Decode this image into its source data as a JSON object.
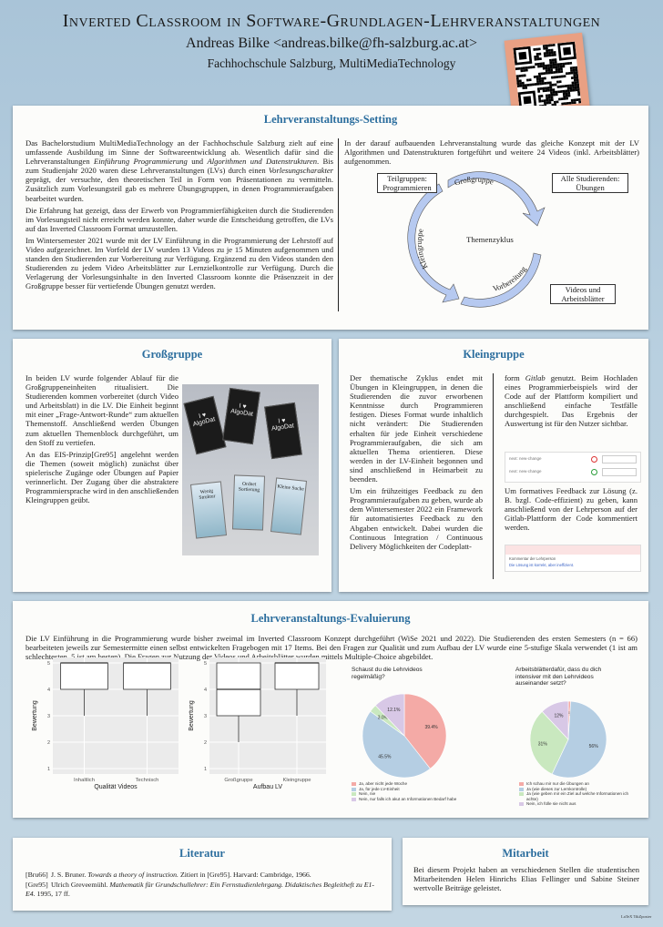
{
  "header": {
    "title": "Inverted Classroom in Software-Grundlagen-Lehrveranstaltungen",
    "author": "Andreas Bilke <andreas.bilke@fh-salzburg.ac.at>",
    "institution": "Fachhochschule Salzburg, MultiMediaTechnology"
  },
  "setting": {
    "title": "Lehrveranstaltungs-Setting",
    "p1_a": "Das Bachelorstudium MultiMediaTechnology an der Fachhochschule Salzburg zielt auf eine umfassende Ausbildung im Sinne der Softwareentwicklung ab. Wesentlich dafür sind die Lehrveranstaltungen ",
    "p1_em1": "Einführung Programmierung",
    "p1_b": " und ",
    "p1_em2": "Algorithmen und Datenstrukturen",
    "p1_c": ". Bis zum Studienjahr 2020 waren diese Lehrveranstaltungen (LVs) durch einen ",
    "p1_em3": "Vorlesungscharakter",
    "p1_d": " geprägt, der versuchte, den theoretischen Teil in Form von Präsentationen zu vermitteln. Zusätzlich zum Vorlesungsteil gab es mehrere Übungsgruppen, in denen Programmieraufgaben bearbeitet wurden.",
    "p2": "Die Erfahrung hat gezeigt, dass der Erwerb von Programmierfähigkeiten durch die Studierenden im Vorlesungsteil nicht erreicht werden konnte, daher wurde die Entscheidung getroffen, die LVs auf das Inverted Classroom Format umzustellen.",
    "p3": "Im Wintersemester 2021 wurde mit der LV Einführung in die Programmierung der Lehrstoff auf Video aufgezeichnet. Im Vorfeld der LV wurden 13 Videos zu je 15 Minuten aufgenommen und standen den Studierenden zur Vorbereitung zur Verfügung. Ergänzend zu den Videos standen den Studierenden zu jedem Video Arbeitsblätter zur Lernzielkontrolle zur Verfügung. Durch die Verlagerung der Vorlesungsinhalte in den Inverted Classroom konnte die Präsenzzeit in der Großgruppe besser für vertiefende Übungen genutzt werden.",
    "p4": "In der darauf aufbauenden Lehrveranstaltung wurde das gleiche Konzept mit der LV Algorithmen und Datenstrukturen fortgeführt und weitere 24 Videos (inkl. Arbeitsblätter) aufgenommen.",
    "cycle": {
      "box_tl": "Teilgruppen: Programmieren",
      "box_tr": "Alle Studierenden: Übungen",
      "box_br": "Videos und Arbeitsblätter",
      "center": "Themenzyklus",
      "arc_top": "Großgruppe",
      "arc_left": "Kleingruppe",
      "arc_bottom": "Vorbereitung"
    }
  },
  "gross": {
    "title": "Großgruppe",
    "p1": "In beiden LV wurde folgender Ablauf für die Großgruppeneinheiten ritualisiert. Die Studierenden kommen vorbereitet (durch Video und Arbeitsblatt) in die LV. Die Einheit beginnt mit einer „Frage-Antwort-Runde“ zum aktuellen Themenstoff. Anschließend werden Übungen zum aktuellen Themenblock durchgeführt, um den Stoff zu vertiefen.",
    "p2": "An das EIS-Prinzip[Gre95] angelehnt werden die Themen (soweit möglich) zunächst über spielerische Zugänge oder Übungen auf Papier verinnerlicht. Der Zugang über die abstraktere Programmiersprache wird in den anschließenden Kleingruppen geübt.",
    "cards": [
      "I ♥ AlgoDat",
      "I ♥ AlgoDat",
      "I ♥ AlgoDat",
      "Wenig Struktur",
      "Ordnet Sortierung",
      "Kleine Suche"
    ]
  },
  "klein": {
    "title": "Kleingruppe",
    "p1": "Der thematische Zyklus endet mit Übungen in Kleingruppen, in denen die Studierenden die zuvor erworbenen Kenntnisse durch Programmieren festigen. Dieses Format wurde inhaltlich nicht verändert: Die Studierenden erhalten für jede Einheit verschiedene Programmieraufgaben, die sich am aktuellen Thema orientieren. Diese werden in der LV-Einheit begonnen und sind anschließend in Heimarbeit zu beenden.",
    "p2": "Um ein frühzeitiges Feedback zu den Programmieraufgaben zu geben, wurde ab dem Wintersemester 2022 ein Framework für automatisiertes Feedback zu den Abgaben entwickelt. Dabei wurden die Continuous Integration / Continuous Delivery Möglichkeiten der Codeplatt-",
    "p3_a": "form ",
    "p3_em": "Gitlab",
    "p3_b": " genutzt. Beim Hochladen eines Programmierbeispiels wird der Code auf der Plattform kompiliert und anschließend einfache Testfälle durchgespielt. Das Ergebnis der Auswertung ist für den Nutzer sichtbar.",
    "p4": "Um formatives Feedback zur Lösung (z. B. bzgl. Code-effizient) zu geben, kann anschließend von der Lehrperson auf der Gitlab-Plattform der Code kommentiert werden.",
    "shot1_rows": [
      "next: new-change",
      "next: new-change"
    ],
    "shot2_text": "Die Lösung ist korrekt, aber ineffizient.",
    "shot2_comment": "Kommentar der Lehrperson"
  },
  "eval": {
    "title": "Lehrveranstaltungs-Evaluierung",
    "text": "Die LV Einführung in die Programmierung wurde bisher zweimal im Inverted Classroom Konzept durchgeführt (WiSe 2021 und 2022). Die Studierenden des ersten Semesters (n = 66) bearbeiteten jeweils zur Semestermitte einen selbst entwickelten Fragebogen mit 17 Items. Bei den Fragen zur Qualität und zum Aufbau der LV wurde eine 5-stufige Skala verwendet (1 ist am schlechtesten, 5 ist am besten). Die Fragen zur Nutzung der Videos und Arbeitsblätter wurden mittels Multiple-Choice abgebildet."
  },
  "lit": {
    "title": "Literatur",
    "e1_key": "[Bru66]",
    "e1_a": "J. S. Bruner. ",
    "e1_em": "Towards a theory of instruction.",
    "e1_b": " Zitiert in [Gre95]. Harvard: Cambridge, 1966.",
    "e2_key": "[Gre95]",
    "e2_a": "Ulrich Greveemühl. ",
    "e2_em": "Mathematik für Grundschullehrer: Ein Fernstudienlehrgang. Didaktisches Begleitheft zu E1-E4.",
    "e2_b": " 1995, 17 ff."
  },
  "mit": {
    "title": "Mitarbeit",
    "text": "Bei diesem Projekt haben an verschiedenen Stellen die studentischen Mitarbeitenden Helen Hinrichs Elias Fellinger und Sabine Steiner wertvolle Beiträge geleistet."
  },
  "footer": {
    "badge": "LaTeX TikZposter"
  },
  "chart_data": [
    {
      "type": "boxplot",
      "xlabel": "Qualität Videos",
      "ylabel": "Bewertung",
      "categories": [
        "Inhaltlich",
        "Technisch"
      ],
      "ylim": [
        1,
        5
      ],
      "yticks": [
        "1",
        "2",
        "3",
        "4",
        "5"
      ],
      "boxes": [
        {
          "min": 3,
          "q1": 4,
          "median": 5,
          "q3": 5,
          "max": 5
        },
        {
          "min": 3,
          "q1": 4,
          "median": 5,
          "q3": 5,
          "max": 5
        }
      ],
      "grid": true
    },
    {
      "type": "boxplot",
      "xlabel": "Aufbau LV",
      "ylabel": "Bewertung",
      "categories": [
        "Großgruppe",
        "Kleingruppe"
      ],
      "ylim": [
        1,
        5
      ],
      "yticks": [
        "1",
        "2",
        "3",
        "4",
        "5"
      ],
      "boxes": [
        {
          "min": 2,
          "q1": 3,
          "median": 4,
          "q3": 5,
          "max": 5
        },
        {
          "min": 3,
          "q1": 4,
          "median": 5,
          "q3": 5,
          "max": 5
        }
      ],
      "grid": true
    },
    {
      "type": "pie",
      "title": "Schaust du die Lehrvideos regelmäßig?",
      "slices": [
        {
          "label": "Ja, aber nicht jede Woche",
          "value": 39.4,
          "color": "#f4aaa6",
          "text": "39.4%"
        },
        {
          "label": "Ja, für jede LV-Einheit",
          "value": 45.5,
          "color": "#b5cee3",
          "text": "45.5%"
        },
        {
          "label": "Nein, nie",
          "value": 3.0,
          "color": "#c9e8bf",
          "text": "3.0%"
        },
        {
          "label": "Nein, nur falls ich akut an Informationen Bedarf habe",
          "value": 12.1,
          "color": "#d8c8e6",
          "text": "12.1%"
        }
      ]
    },
    {
      "type": "pie",
      "title": "Arbeitsblätterdafür, dass du dich intensiver mit den Lehrvideos auseinander setzt?",
      "slices": [
        {
          "label": "Ich schau mir nur die Übungen an",
          "value": 1,
          "color": "#f4aaa6",
          "text": "1%"
        },
        {
          "label": "Ja (wie dieses zur Lernkontrolle)",
          "value": 56,
          "color": "#b5cee3",
          "text": "56%"
        },
        {
          "label": "Ja (wie geben mir ein Ziel auf welche Informationen ich achte)",
          "value": 31,
          "color": "#c9e8bf",
          "text": "31%"
        },
        {
          "label": "Nein, ich fülle sie nicht aus",
          "value": 12,
          "color": "#d8c8e6",
          "text": "12%"
        }
      ]
    }
  ]
}
